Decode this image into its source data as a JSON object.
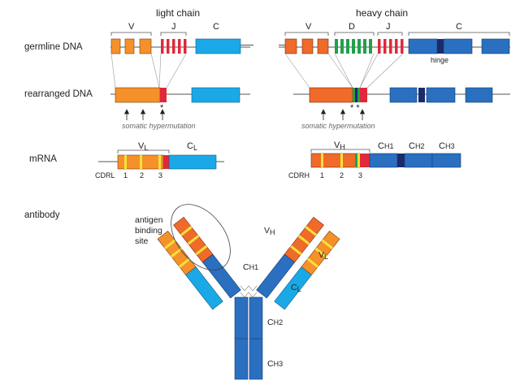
{
  "headers": {
    "light_chain": "light chain",
    "heavy_chain": "heavy chain"
  },
  "rows": {
    "germline": "germline DNA",
    "rearranged": "rearranged DNA",
    "mrna": "mRNA",
    "antibody": "antibody"
  },
  "segment_labels": {
    "v": "V",
    "j": "J",
    "c": "C",
    "d": "D",
    "hinge": "hinge",
    "star": "*",
    "star_pair": "* *"
  },
  "somatic": "somatic hypermutation",
  "mrna_labels": {
    "vl_main": "V",
    "vl_sub": "L",
    "cl_main": "C",
    "cl_sub": "L",
    "vh_main": "V",
    "vh_sub": "H",
    "ch1_main": "C",
    "ch1_sub": "H1",
    "ch2_main": "C",
    "ch2_sub": "H2",
    "ch3_main": "C",
    "ch3_sub": "H3",
    "cdrl": "CDRL",
    "cdrh": "CDRH",
    "n1": "1",
    "n2": "2",
    "n3": "3"
  },
  "antibody_labels": {
    "antigen_binding_site": [
      "antigen",
      "binding",
      "site"
    ],
    "vh_main": "V",
    "vh_sub": "H",
    "vl_main": "V",
    "vl_sub": "L",
    "ch1_main": "C",
    "ch1_sub": "H1",
    "cl_main": "C",
    "cl_sub": "L",
    "ch2_main": "C",
    "ch2_sub": "H2",
    "ch3_main": "C",
    "ch3_sub": "H3"
  },
  "colors": {
    "v_orange": "#f5902a",
    "vh_red_orange": "#f06a2a",
    "j_red": "#e0283a",
    "d_green": "#22a04a",
    "c_light_blue": "#1aa9e6",
    "c_heavy_blue": "#2a6fc0",
    "hinge_navy": "#1c2a6c",
    "cdr_yellow": "#f4e23a",
    "line": "#555555"
  }
}
